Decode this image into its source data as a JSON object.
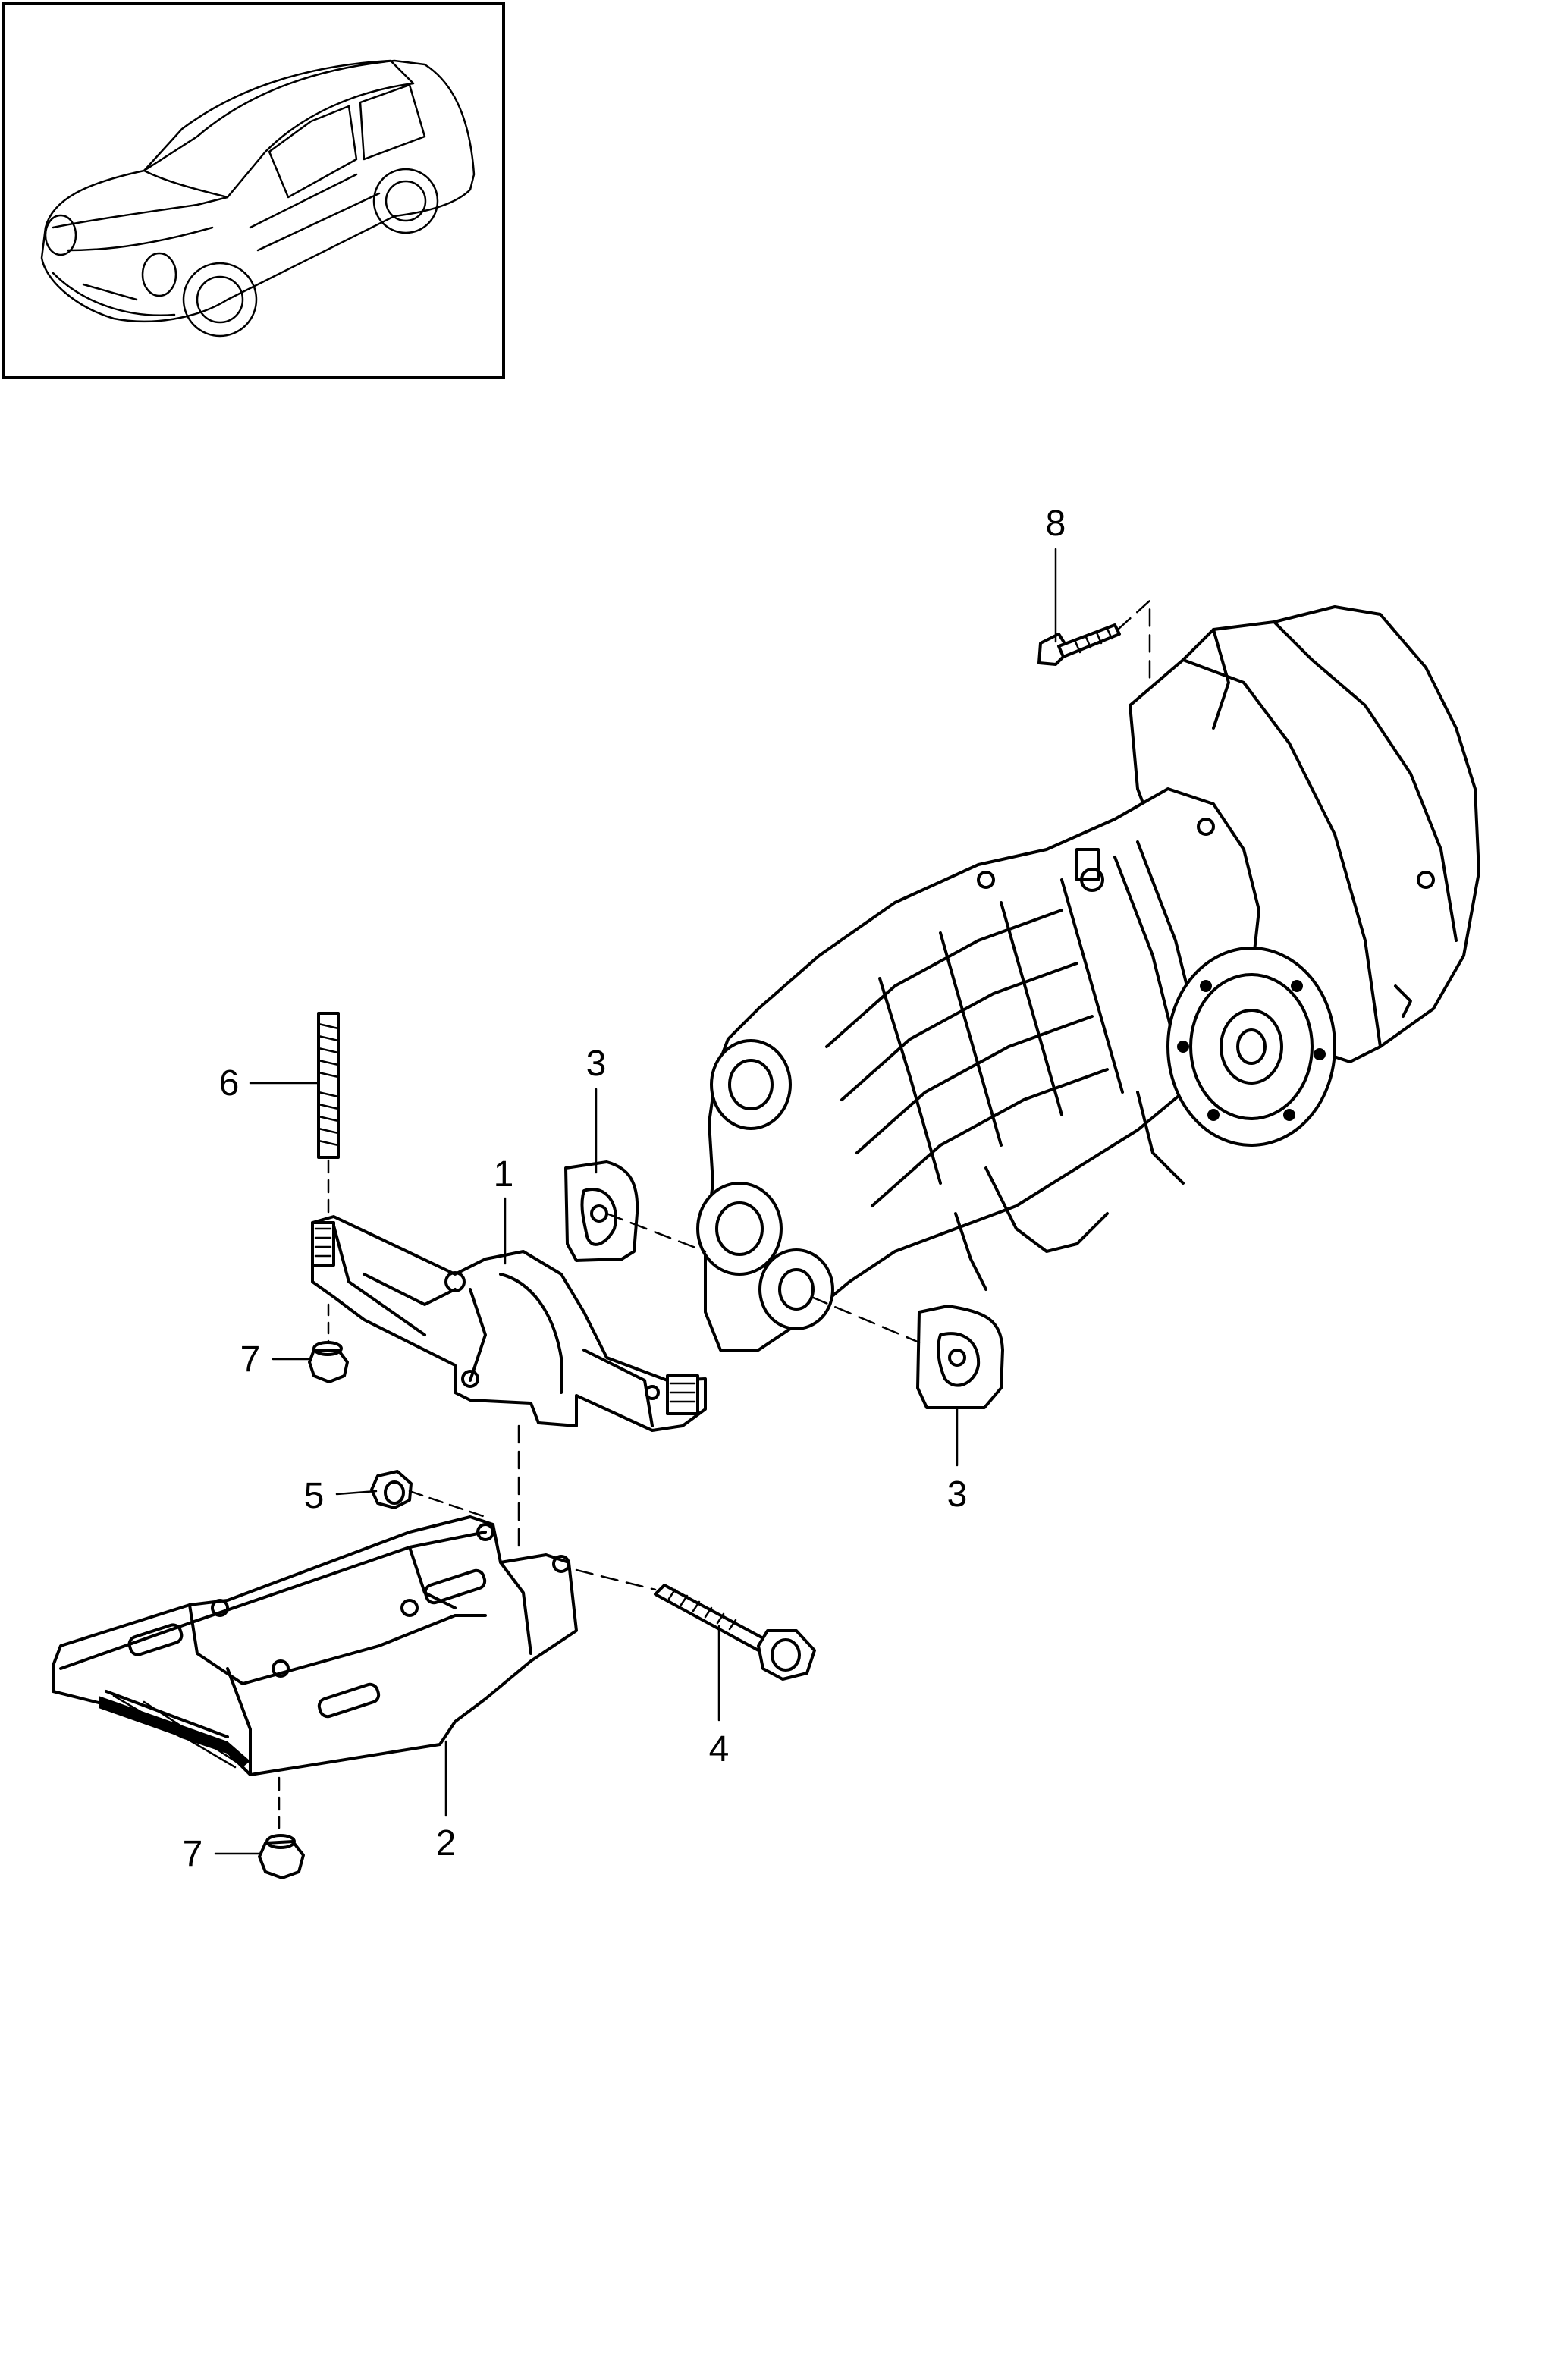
{
  "callouts": {
    "c1": "1",
    "c2": "2",
    "c3a": "3",
    "c3b": "3",
    "c4": "4",
    "c5": "5",
    "c6": "6",
    "c7a": "7",
    "c7b": "7",
    "c8": "8"
  },
  "colors": {
    "ink": "#000000",
    "paper": "#ffffff"
  }
}
